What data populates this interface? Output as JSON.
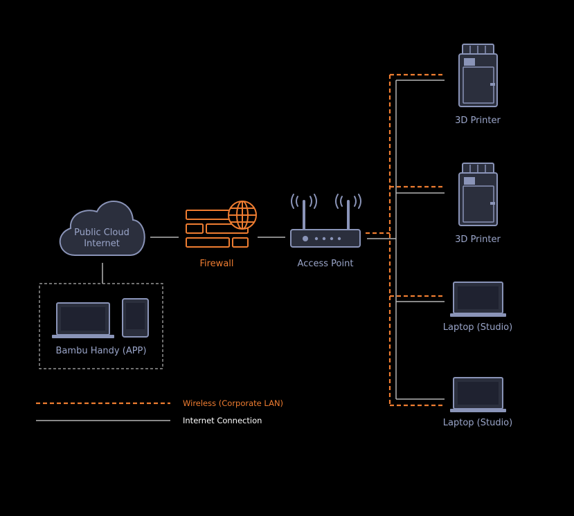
{
  "colors": {
    "background": "#000000",
    "device_stroke": "#8a94b8",
    "device_fill": "#2b2f3d",
    "device_label": "#9aa5c9",
    "accent_orange": "#ef7d31",
    "wire_line": "#b5b5b5",
    "legend_wired_text": "#ffffff"
  },
  "nodes": {
    "cloud": {
      "line1": "Public Cloud",
      "line2": "Internet",
      "icon": "cloud-icon"
    },
    "firewall": {
      "label": "Firewall",
      "icon": "firewall-globe-icon"
    },
    "access_point": {
      "label": "Access Point",
      "icon": "wifi-router-icon"
    },
    "app": {
      "label": "Bambu Handy (APP)",
      "icon": "laptop-phone-icon"
    },
    "devices": [
      {
        "label": "3D Printer",
        "icon": "3d-printer-icon"
      },
      {
        "label": "3D Printer",
        "icon": "3d-printer-icon"
      },
      {
        "label": "Laptop (Studio)",
        "icon": "laptop-icon"
      },
      {
        "label": "Laptop (Studio)",
        "icon": "laptop-icon"
      }
    ]
  },
  "legend": {
    "wireless": "Wireless (Corporate LAN)",
    "wired": "Internet Connection"
  }
}
